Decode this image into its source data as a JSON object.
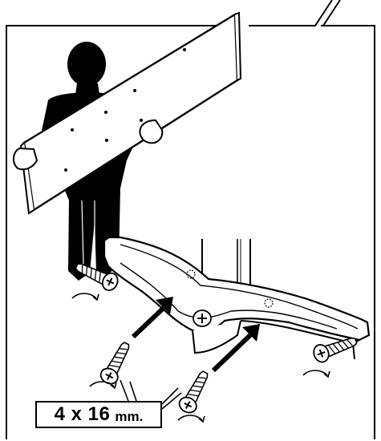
{
  "screw_callout": {
    "size": "4 x 16",
    "unit": "mm."
  },
  "parts": [
    "person-silhouette-icon",
    "panel-board",
    "stand-pole",
    "stand-base-bracket",
    "screw-icon",
    "insert-arrow-icon",
    "rotate-arrow-icon"
  ]
}
